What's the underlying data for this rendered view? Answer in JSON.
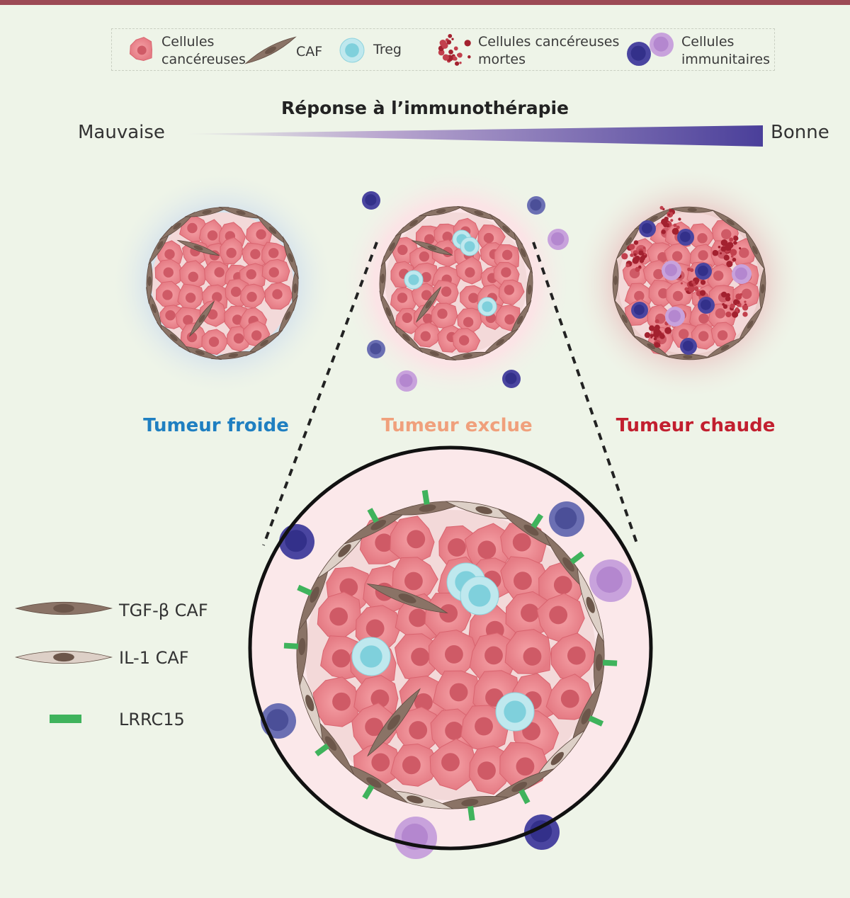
{
  "legend": {
    "cancer_cells": "Cellules\ncancéreuses",
    "caf": "CAF",
    "treg": "Treg",
    "dead_cancer_cells": "Cellules cancéreuses\nmortes",
    "immune_cells": "Cellules\nimmunitaires"
  },
  "response": {
    "title": "Réponse à l’immunothérapie",
    "left": "Mauvaise",
    "right": "Bonne"
  },
  "tumors": {
    "cold": "Tumeur froide",
    "excluded": "Tumeur exclue",
    "hot": "Tumeur chaude"
  },
  "side_legend": {
    "tgf_caf": "TGF-β CAF",
    "il1_caf": "IL-1 CAF",
    "lrrc15": "LRRC15"
  },
  "colors": {
    "cold": "#1f7fc1",
    "excluded": "#f0a07c",
    "hot": "#c21f2f",
    "gradient_end": "#4a3f9a",
    "lrrc15": "#3fb35c",
    "caf_tgf": "#8a7366",
    "caf_il1": "#ddd0c7"
  }
}
